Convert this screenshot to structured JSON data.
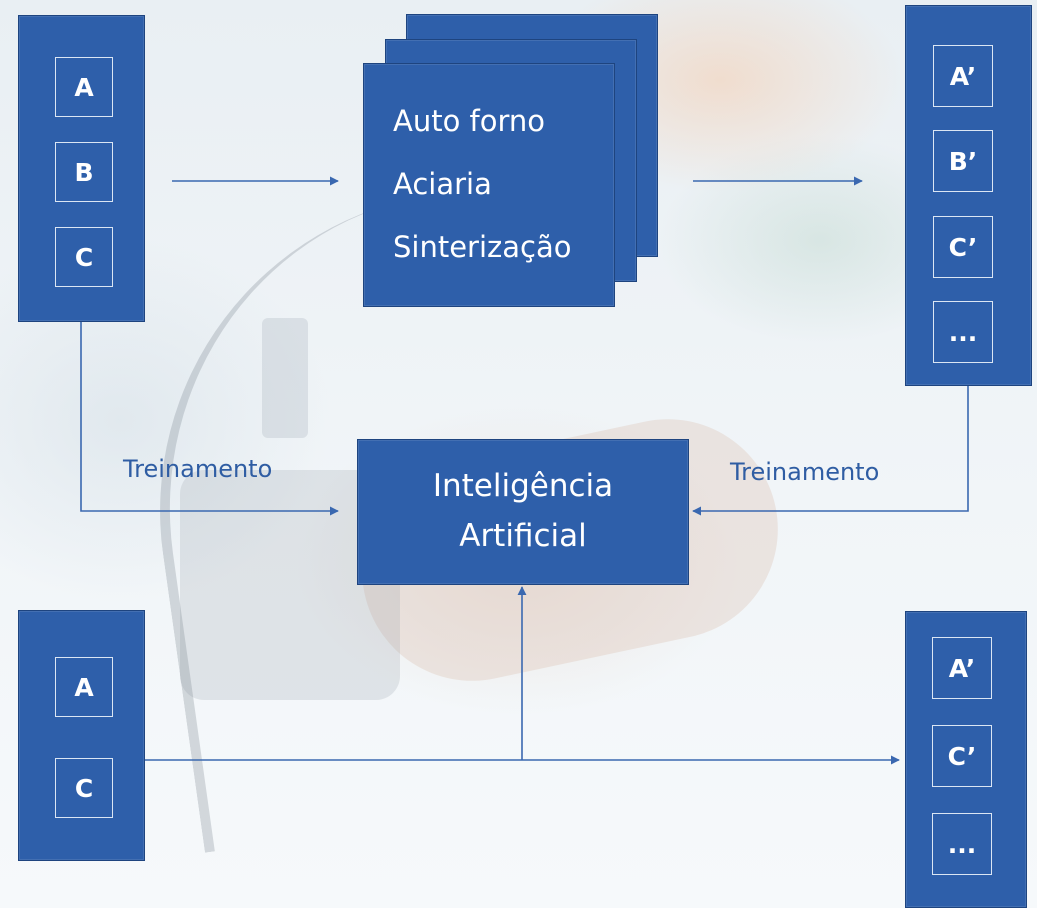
{
  "diagram": {
    "top_inputs": {
      "cells": [
        "A",
        "B",
        "C"
      ]
    },
    "process": {
      "lines": [
        "Auto forno",
        "Aciaria",
        "Sinterização"
      ]
    },
    "top_outputs": {
      "cells": [
        "A’",
        "B’",
        "C’",
        "..."
      ]
    },
    "ai": {
      "line1": "Inteligência",
      "line2": "Artificial"
    },
    "training_labels": {
      "left": "Treinamento",
      "right": "Treinamento"
    },
    "bottom_inputs": {
      "cells": [
        "A",
        "C"
      ]
    },
    "bottom_outputs": {
      "cells": [
        "A’",
        "C’",
        "..."
      ]
    },
    "colors": {
      "box_fill": "#2e5faa",
      "cell_border": "#dbe6f4",
      "connector": "#3a68b0",
      "label_text": "#2f5da3"
    }
  }
}
